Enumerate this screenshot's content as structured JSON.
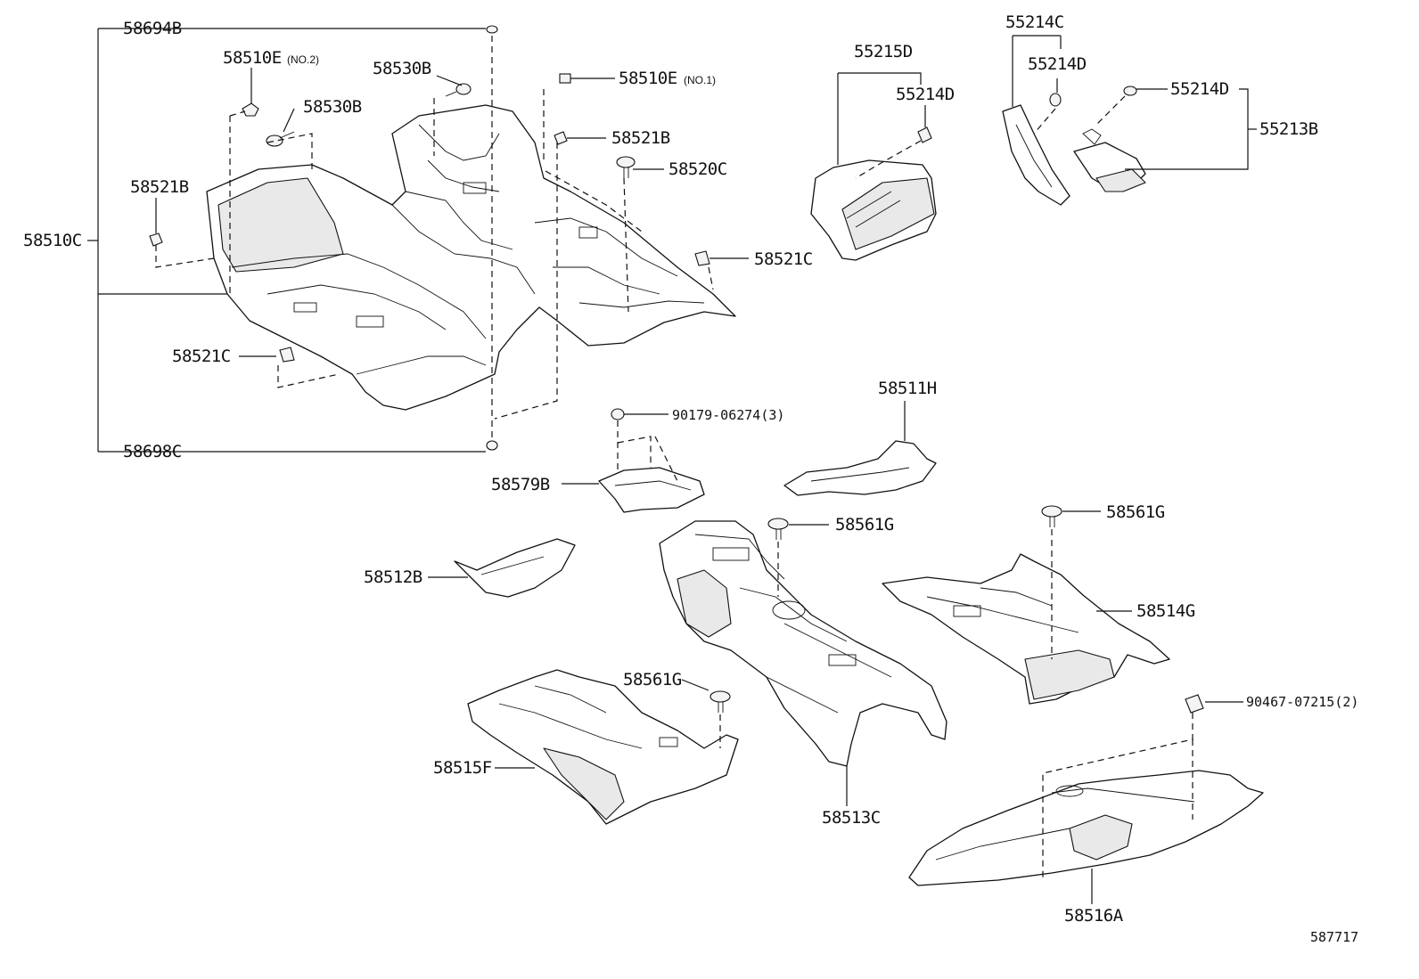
{
  "diagram_id": "587717",
  "labels": {
    "l58694B": "58694B",
    "l58510E_2": "58510E",
    "l58510E_2_note": "(NO.2)",
    "l58530B_a": "58530B",
    "l58530B_b": "58530B",
    "l58510E_1": "58510E",
    "l58510E_1_note": "(NO.1)",
    "l58521B_a": "58521B",
    "l58521B_b": "58521B",
    "l58520C": "58520C",
    "l58510C": "58510C",
    "l58521C_a": "58521C",
    "l58521C_b": "58521C",
    "l58698C": "58698C",
    "l55215D": "55215D",
    "l55214D_a": "55214D",
    "l55214C": "55214C",
    "l55214D_b": "55214D",
    "l55214D_c": "55214D",
    "l55213B": "55213B",
    "l58511H": "58511H",
    "l90179": "90179-06274(3)",
    "l58579B": "58579B",
    "l58561G_a": "58561G",
    "l58561G_b": "58561G",
    "l58561G_c": "58561G",
    "l58512B": "58512B",
    "l58514G": "58514G",
    "l58513C": "58513C",
    "l58515F": "58515F",
    "l90467": "90467-07215(2)",
    "l58516A": "58516A"
  }
}
